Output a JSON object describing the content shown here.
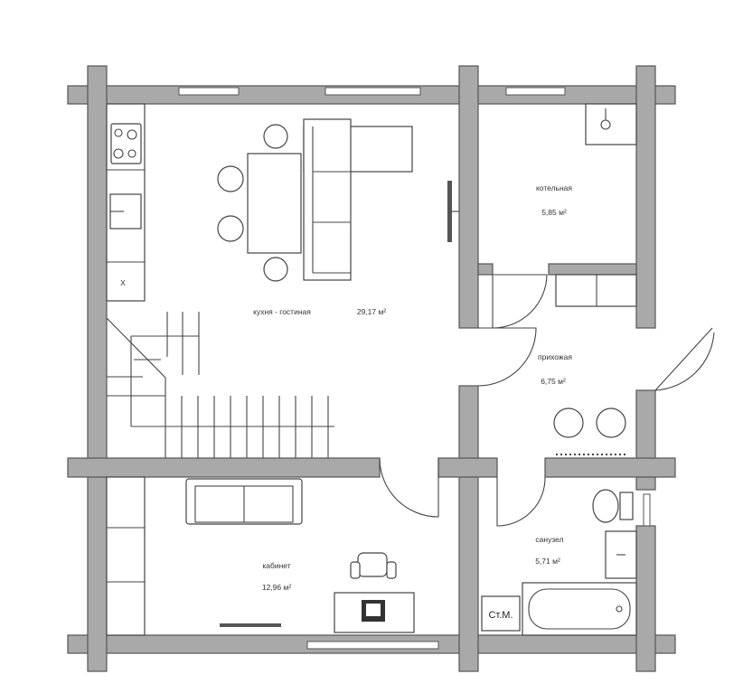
{
  "rooms": {
    "kitchen": {
      "name": "кухня - гостиная",
      "area": "29,17 м²"
    },
    "boiler": {
      "name": "котельная",
      "area": "5,85 м²"
    },
    "hall": {
      "name": "прихожая",
      "area": "6,75 м²"
    },
    "bath": {
      "name": "санузел",
      "area": "5,71 м²"
    },
    "office": {
      "name": "кабинет",
      "area": "12,96 м²"
    }
  },
  "labels": {
    "riser": "Ст.М.",
    "appliance_mark": "X"
  }
}
